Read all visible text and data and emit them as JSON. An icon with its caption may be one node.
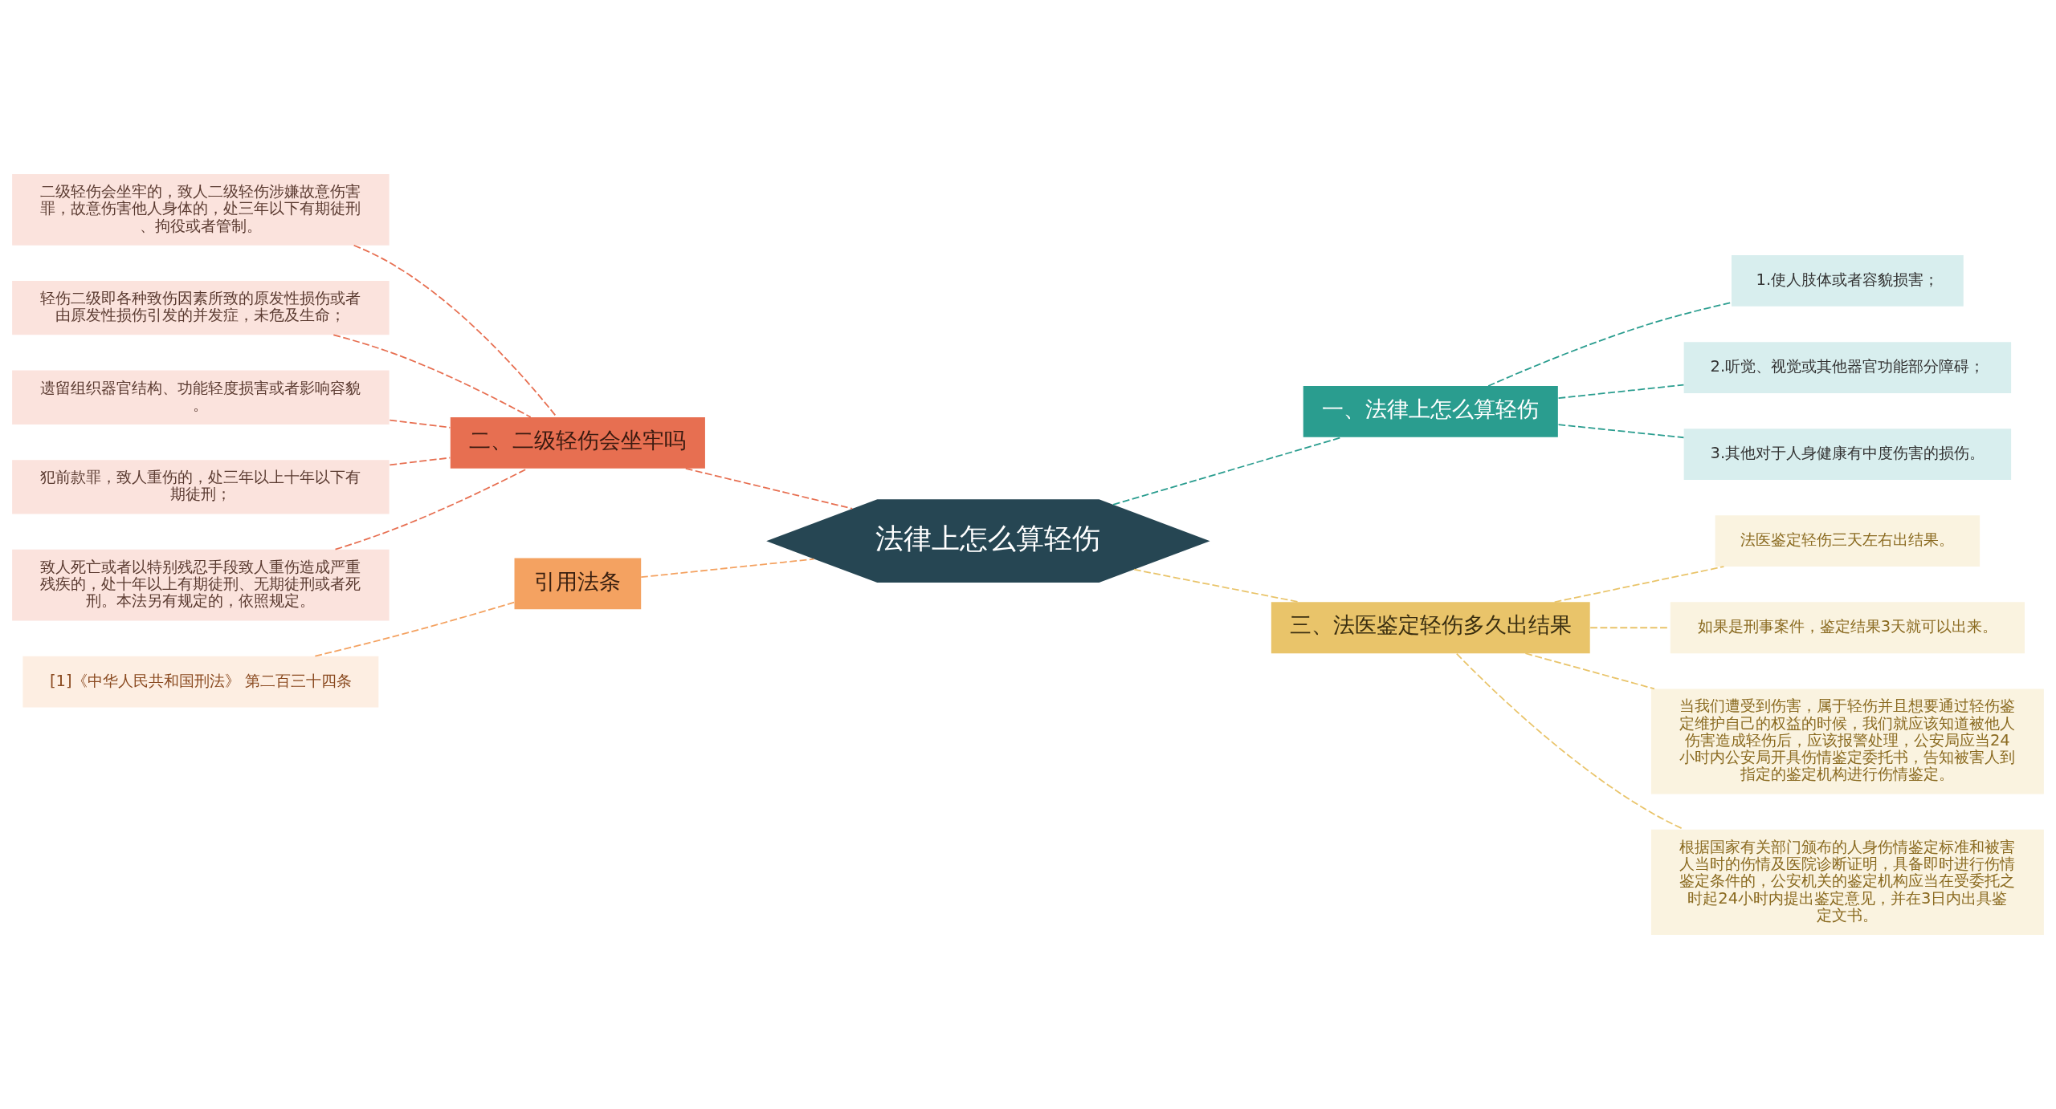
{
  "diagram": {
    "nodes": [
      {
        "text": [
          "法律上怎么算轻伤"
        ]
      },
      {
        "text": [
          "一、法律上怎么算轻伤"
        ]
      },
      {
        "text": [
          "1.使人肢体或者容貌损害；"
        ]
      },
      {
        "text": [
          "2.听觉、视觉或其他器官功能部分障碍；"
        ]
      },
      {
        "text": [
          "3.其他对于人身健康有中度伤害的损伤。"
        ]
      },
      {
        "text": [
          "二、二级轻伤会坐牢吗"
        ]
      },
      {
        "text": [
          "二级轻伤会坐牢的，致人二级轻伤涉嫌故意伤害罪，故意伤害他人身体的，处三年以下有期徒刑、拘役或者管制。"
        ]
      },
      {
        "text": [
          "轻伤二级即各种致伤因素所致的原发性损伤或者由原发性损伤引发的并发症，未危及生命；"
        ]
      },
      {
        "text": [
          "遗留组织器官结构、功能轻度损害或者影响容貌。"
        ]
      },
      {
        "text": [
          "犯前款罪，致人重伤的，处三年以上十年以下有期徒刑；"
        ]
      },
      {
        "text": [
          "致人死亡或者以特别残忍手段致人重伤造成严重残疾的，处十年以上有期徒刑、无期徒刑或者死刑。本法另有规定的，依照规定。"
        ]
      },
      {
        "text": [
          "三、法医鉴定轻伤多久出结果"
        ]
      },
      {
        "text": [
          "法医鉴定轻伤三天左右出结果。"
        ]
      },
      {
        "text": [
          "如果是刑事案件，鉴定结果3天就可以出来。"
        ]
      },
      {
        "text": [
          "当我们遭受到伤害，属于轻伤并且想要通过轻伤鉴定维护自己的权益的时候，我们就应该知道被他人伤害造成轻伤后，应该报警处理，公安局应当24小时内公安局开具伤情鉴定委托书，告知被害人到指定的鉴定机构进行伤情鉴定。"
        ]
      },
      {
        "text": [
          "根据国家有关部门颁布的人身伤情鉴定标准和被害人当时的伤情及医院诊断证明，具备即时进行伤情鉴定条件的，公安机关的鉴定机构应当在受委托之时起24小时内提出鉴定意见，并在3日内出具鉴定文书。"
        ]
      },
      {
        "text": [
          "引用法条"
        ]
      },
      {
        "text": [
          "[1]《中华人民共和国刑法》 第二百三十四条"
        ]
      }
    ],
    "edges": [
      {
        "from": 0,
        "to": 1,
        "arrow": "none",
        "style": "dashed",
        "color": "#2a9d8f"
      },
      {
        "from": 1,
        "to": 2,
        "arrow": "none",
        "style": "dashed",
        "color": "#2a9d8f"
      },
      {
        "from": 1,
        "to": 3,
        "arrow": "none",
        "style": "dashed",
        "color": "#2a9d8f"
      },
      {
        "from": 1,
        "to": 4,
        "arrow": "none",
        "style": "dashed",
        "color": "#2a9d8f"
      },
      {
        "from": 0,
        "to": 5,
        "arrow": "none",
        "style": "dashed",
        "color": "#e76f51"
      },
      {
        "from": 5,
        "to": 6,
        "arrow": "none",
        "style": "dashed",
        "color": "#e76f51"
      },
      {
        "from": 5,
        "to": 7,
        "arrow": "none",
        "style": "dashed",
        "color": "#e76f51"
      },
      {
        "from": 5,
        "to": 8,
        "arrow": "none",
        "style": "dashed",
        "color": "#e76f51"
      },
      {
        "from": 5,
        "to": 9,
        "arrow": "none",
        "style": "dashed",
        "color": "#e76f51"
      },
      {
        "from": 5,
        "to": 10,
        "arrow": "none",
        "style": "dashed",
        "color": "#e76f51"
      },
      {
        "from": 0,
        "to": 11,
        "arrow": "none",
        "style": "dashed",
        "color": "#e9c46a"
      },
      {
        "from": 11,
        "to": 12,
        "arrow": "none",
        "style": "dashed",
        "color": "#e9c46a"
      },
      {
        "from": 11,
        "to": 13,
        "arrow": "none",
        "style": "dashed",
        "color": "#e9c46a"
      },
      {
        "from": 11,
        "to": 14,
        "arrow": "none",
        "style": "dashed",
        "color": "#e9c46a"
      },
      {
        "from": 11,
        "to": 15,
        "arrow": "none",
        "style": "dashed",
        "color": "#e9c46a"
      },
      {
        "from": 0,
        "to": 16,
        "arrow": "none",
        "style": "dashed",
        "color": "#f4a261"
      },
      {
        "from": 16,
        "to": 17,
        "arrow": "none",
        "style": "dashed",
        "color": "#f4a261"
      }
    ]
  }
}
